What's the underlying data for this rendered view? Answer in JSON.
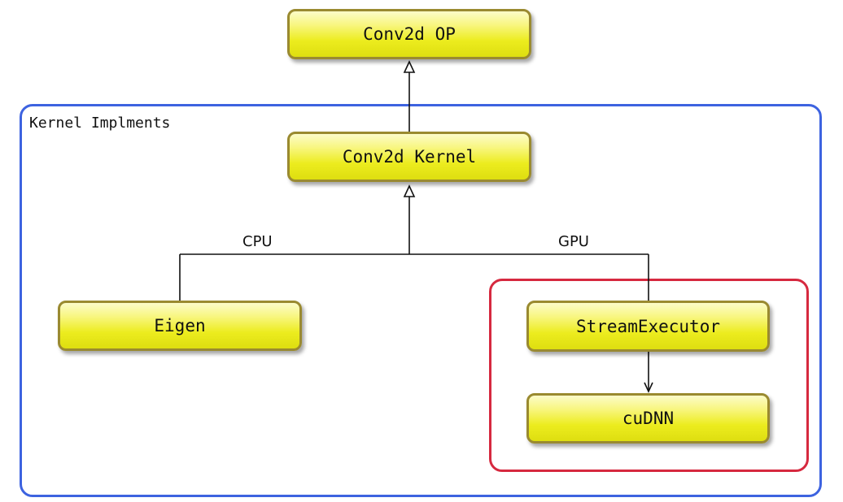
{
  "diagram": {
    "groups": {
      "kernel_implements": {
        "label": "Kernel Implments",
        "border_color": "#3d63e0"
      },
      "gpu_backend": {
        "label": "",
        "border_color": "#d6293f"
      }
    },
    "nodes": {
      "conv2d_op": "Conv2d OP",
      "conv2d_kernel": "Conv2d Kernel",
      "eigen": "Eigen",
      "stream_executor": "StreamExecutor",
      "cudnn": "cuDNN"
    },
    "edge_labels": {
      "cpu": "CPU",
      "gpu": "GPU"
    },
    "edges": [
      {
        "from": "Conv2d Kernel",
        "to": "Conv2d OP",
        "type": "generalization"
      },
      {
        "from": "Eigen",
        "to": "Conv2d Kernel",
        "type": "generalization",
        "label": "CPU"
      },
      {
        "from": "StreamExecutor",
        "to": "Conv2d Kernel",
        "type": "generalization",
        "label": "GPU"
      },
      {
        "from": "StreamExecutor",
        "to": "cuDNN",
        "type": "association"
      }
    ],
    "colors": {
      "node_fill": "#ecec1e",
      "node_border": "#9a8a30"
    }
  }
}
